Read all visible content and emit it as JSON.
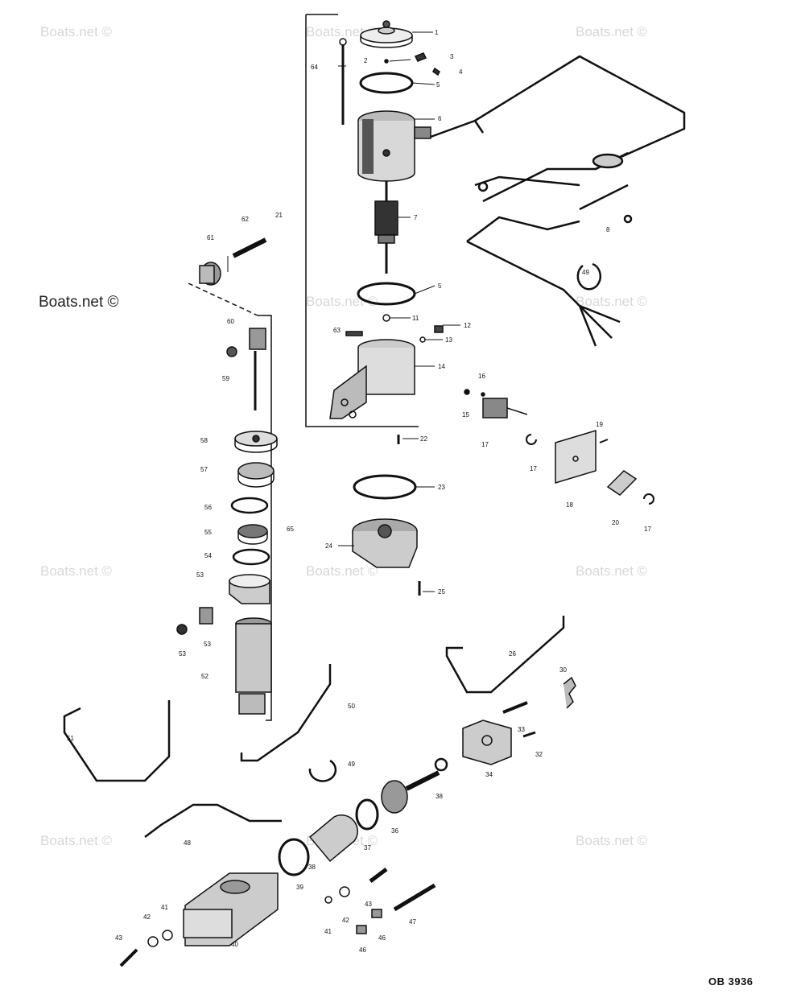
{
  "watermark": {
    "text": "Boats.net ©"
  },
  "diagram_code": "OB 3936",
  "part_numbers": [
    "1",
    "2",
    "3",
    "4",
    "5",
    "6",
    "7",
    "8",
    "11",
    "12",
    "13",
    "14",
    "15",
    "16",
    "17",
    "18",
    "19",
    "20",
    "21",
    "22",
    "23",
    "24",
    "25",
    "26",
    "30",
    "32",
    "33",
    "34",
    "36",
    "37",
    "38",
    "39",
    "40",
    "41",
    "42",
    "43",
    "46",
    "47",
    "48",
    "49",
    "50",
    "51",
    "52",
    "53",
    "54",
    "55",
    "56",
    "57",
    "58",
    "59",
    "60",
    "61",
    "62",
    "63",
    "64",
    "65"
  ],
  "callouts": [
    {
      "n": "1"
    },
    {
      "n": "2"
    },
    {
      "n": "3"
    },
    {
      "n": "4"
    },
    {
      "n": "5"
    },
    {
      "n": "6"
    },
    {
      "n": "7"
    },
    {
      "n": "8"
    },
    {
      "n": "5"
    },
    {
      "n": "11"
    },
    {
      "n": "12"
    },
    {
      "n": "13"
    },
    {
      "n": "14"
    },
    {
      "n": "15"
    },
    {
      "n": "16"
    },
    {
      "n": "17"
    },
    {
      "n": "17"
    },
    {
      "n": "17"
    },
    {
      "n": "18"
    },
    {
      "n": "19"
    },
    {
      "n": "20"
    },
    {
      "n": "21"
    },
    {
      "n": "22"
    },
    {
      "n": "23"
    },
    {
      "n": "24"
    },
    {
      "n": "25"
    },
    {
      "n": "26"
    },
    {
      "n": "30"
    },
    {
      "n": "32"
    },
    {
      "n": "33"
    },
    {
      "n": "34"
    },
    {
      "n": "38"
    },
    {
      "n": "36"
    },
    {
      "n": "37"
    },
    {
      "n": "38"
    },
    {
      "n": "39"
    },
    {
      "n": "40"
    },
    {
      "n": "41"
    },
    {
      "n": "41"
    },
    {
      "n": "42"
    },
    {
      "n": "42"
    },
    {
      "n": "43"
    },
    {
      "n": "43"
    },
    {
      "n": "46"
    },
    {
      "n": "46"
    },
    {
      "n": "47"
    },
    {
      "n": "48"
    },
    {
      "n": "49"
    },
    {
      "n": "49"
    },
    {
      "n": "50"
    },
    {
      "n": "51"
    },
    {
      "n": "52"
    },
    {
      "n": "53"
    },
    {
      "n": "53"
    },
    {
      "n": "53"
    },
    {
      "n": "54"
    },
    {
      "n": "55"
    },
    {
      "n": "56"
    },
    {
      "n": "57"
    },
    {
      "n": "58"
    },
    {
      "n": "59"
    },
    {
      "n": "60"
    },
    {
      "n": "61"
    },
    {
      "n": "62"
    },
    {
      "n": "63"
    },
    {
      "n": "64"
    },
    {
      "n": "65"
    }
  ]
}
